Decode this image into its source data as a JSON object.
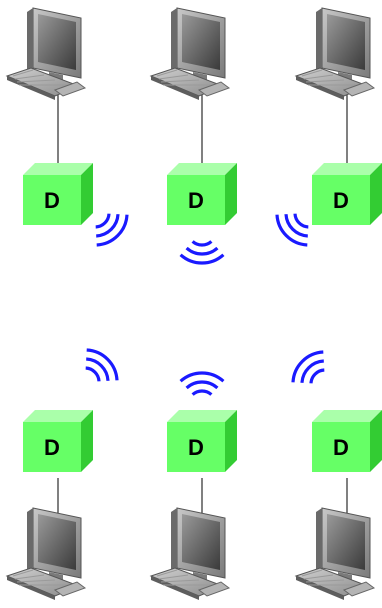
{
  "colors": {
    "device_front": "#66ff66",
    "device_side": "#33cc33",
    "device_top": "#aaffaa",
    "signal": "#1a1aff",
    "link": "#000000"
  },
  "rows": [
    {
      "name": "top-row",
      "computer_position": "above",
      "nodes": [
        {
          "label": "D",
          "signal": "bottom-right"
        },
        {
          "label": "D",
          "signal": "bottom"
        },
        {
          "label": "D",
          "signal": "bottom-left"
        }
      ]
    },
    {
      "name": "bottom-row",
      "computer_position": "below",
      "nodes": [
        {
          "label": "D",
          "signal": "top-right"
        },
        {
          "label": "D",
          "signal": "top"
        },
        {
          "label": "D",
          "signal": "top-left"
        }
      ]
    }
  ]
}
